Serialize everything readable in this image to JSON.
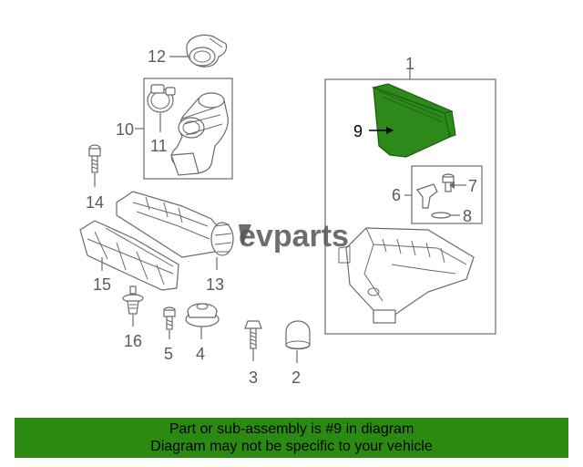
{
  "diagram": {
    "callouts": {
      "c1": "1",
      "c2": "2",
      "c3": "3",
      "c4": "4",
      "c5": "5",
      "c6": "6",
      "c7": "7",
      "c8": "8",
      "c9": "9",
      "c10": "10",
      "c11": "11",
      "c12": "12",
      "c13": "13",
      "c14": "14",
      "c15": "15",
      "c16": "16"
    },
    "highlight_part": "9",
    "highlight_color": "#2d8a1a",
    "watermark": "evparts"
  },
  "footer": {
    "line1": "Part or sub-assembly is #9 in diagram",
    "line2": "Diagram may not be specific to your vehicle",
    "background": "#2b8a12"
  }
}
